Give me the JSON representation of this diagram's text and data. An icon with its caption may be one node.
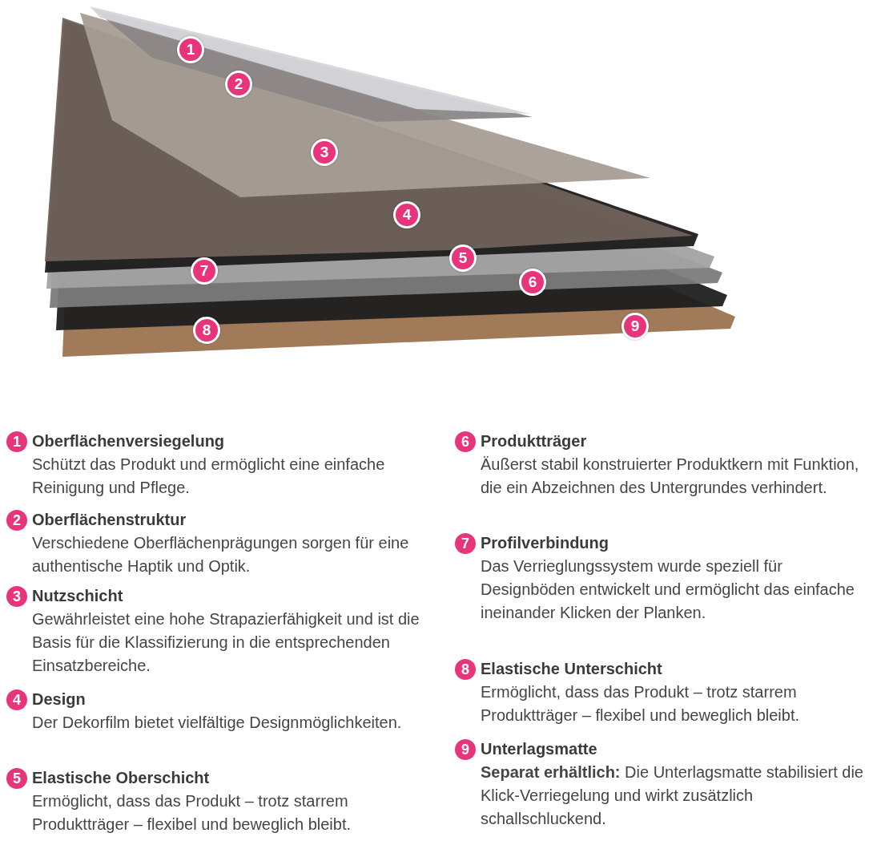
{
  "diagram": {
    "nodes": [
      {
        "text": [
          "1"
        ]
      },
      {
        "text": [
          "2"
        ]
      },
      {
        "text": [
          "3"
        ]
      },
      {
        "text": [
          "4"
        ]
      },
      {
        "text": [
          "5"
        ]
      },
      {
        "text": [
          "6"
        ]
      },
      {
        "text": [
          "7"
        ]
      },
      {
        "text": [
          "8"
        ]
      },
      {
        "text": [
          "9"
        ]
      },
      {
        "text": [
          "1"
        ],
        "beside": [
          "Oberflächenversiegelung",
          "Schützt das Produkt und ermöglicht eine einfache Reinigung und Pflege."
        ]
      },
      {
        "text": [
          "2"
        ],
        "beside": [
          "Oberflächenstruktur",
          "Verschiedene Oberflächenprägungen sorgen für eine authentische Haptik und Optik."
        ]
      },
      {
        "text": [
          "3"
        ],
        "beside": [
          "Nutzschicht",
          "Gewährleistet eine hohe Strapazierfähigkeit und ist die Basis für die Klassifizierung in die entsprechenden Einsatzbereiche."
        ]
      },
      {
        "text": [
          "4"
        ],
        "beside": [
          "Design",
          "Der Dekorfilm bietet vielfältige Designmöglichkeiten."
        ]
      },
      {
        "text": [
          "5"
        ],
        "beside": [
          "Elastische Oberschicht",
          "Ermöglicht, dass das Produkt – trotz starrem Produktträger – flexibel und beweglich bleibt."
        ]
      },
      {
        "text": [
          "6"
        ],
        "beside": [
          "Produktträger",
          "Äußerst stabil konstruierter Produktkern mit Funktion, die ein Abzeichnen des Untergrundes verhindert."
        ]
      },
      {
        "text": [
          "7"
        ],
        "beside": [
          "Profilverbindung",
          "Das Verrieglungssystem wurde speziell für Designböden entwickelt und ermöglicht das einfache ineinander Klicken der Planken."
        ]
      },
      {
        "text": [
          "8"
        ],
        "beside": [
          "Elastische Unterschicht",
          "Ermöglicht, dass das Produkt – trotz starrem Produktträger – flexibel und beweglich bleibt."
        ]
      },
      {
        "text": [
          "9"
        ],
        "beside": [
          "Unterlagsmatte",
          "**Separat erhältlich:** Die Unterlagsmatte stabilisiert die Klick-Verriegelung und wirkt zusätzlich schallschluckend."
        ]
      }
    ]
  }
}
